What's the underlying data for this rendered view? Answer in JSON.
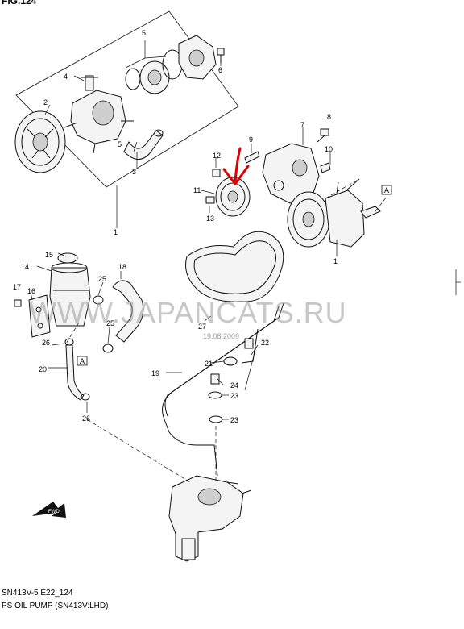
{
  "figure": {
    "label": "FIG.124",
    "watermark": "WWW.JAPANCATS.RU",
    "watermark_date": "19.08.2009",
    "section_code": "SN413V-5 E22_124",
    "caption": "PS OIL PUMP (SN413V:LHD)"
  },
  "callouts": {
    "p1a": "1",
    "p1b": "1",
    "p2": "2",
    "p3": "3",
    "p4": "4",
    "p5a": "5",
    "p5b": "5",
    "p6": "6",
    "p7": "7",
    "p8": "8",
    "p9": "9",
    "p10": "10",
    "p11": "11",
    "p12": "12",
    "p13": "13",
    "p14": "14",
    "p15": "15",
    "p16": "16",
    "p17": "17",
    "p18": "18",
    "p19": "19",
    "p20": "20",
    "p21": "21",
    "p22": "22",
    "p23a": "23",
    "p23b": "23",
    "p24": "24",
    "p25a": "25",
    "p25b": "25",
    "p26a": "26",
    "p26b": "26",
    "p27": "27"
  },
  "refs": {
    "a1": "A",
    "a2": "A"
  },
  "fwd_label": "FWD",
  "colors": {
    "annotation_arrow": "#e00000",
    "line": "#111111",
    "watermark": "#9a9a9a"
  }
}
